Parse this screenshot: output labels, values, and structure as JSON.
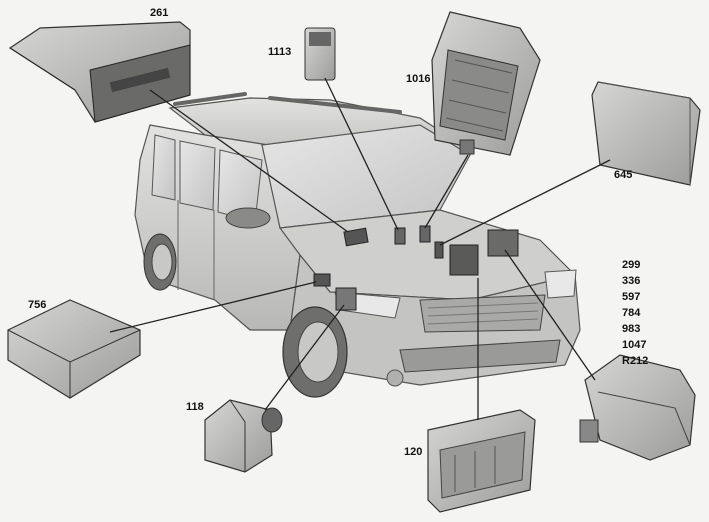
{
  "components": [
    {
      "id": "c261",
      "label": "261"
    },
    {
      "id": "c1113",
      "label": "1113"
    },
    {
      "id": "c1016",
      "label": "1016"
    },
    {
      "id": "c645",
      "label": "645"
    },
    {
      "id": "c756",
      "label": "756"
    },
    {
      "id": "c118",
      "label": "118"
    },
    {
      "id": "c120",
      "label": "120"
    }
  ],
  "group_labels": [
    "299",
    "336",
    "597",
    "784",
    "983",
    "1047",
    "R212"
  ],
  "colors": {
    "background": "#f4f4f2",
    "body": "#d0d0ce",
    "dark": "#555555",
    "line": "#222222"
  }
}
